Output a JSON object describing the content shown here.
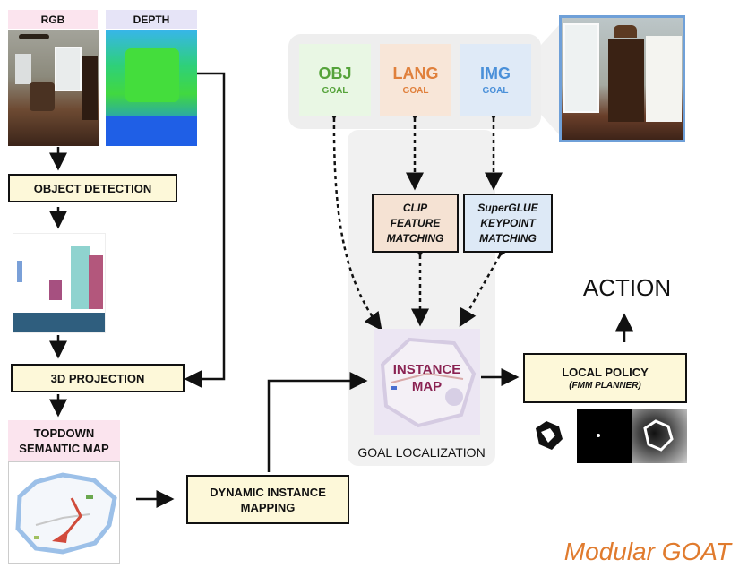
{
  "left_pipeline": {
    "rgb_label": "RGB",
    "depth_label": "DEPTH",
    "object_detection": "OBJECT DETECTION",
    "projection_3d": "3D PROJECTION",
    "topdown_line1": "TOPDOWN",
    "topdown_line2": "SEMANTIC MAP",
    "dynamic_line1": "DYNAMIC INSTANCE",
    "dynamic_line2": "MAPPING"
  },
  "goals": {
    "obj": {
      "title": "OBJ",
      "sub": "GOAL"
    },
    "lang": {
      "title": "LANG",
      "sub": "GOAL"
    },
    "img": {
      "title": "IMG",
      "sub": "GOAL"
    }
  },
  "matching": {
    "clip": [
      "CLIP",
      "FEATURE",
      "MATCHING"
    ],
    "superglue": [
      "SuperGLUE",
      "KEYPOINT",
      "MATCHING"
    ]
  },
  "instance_map": [
    "INSTANCE",
    "MAP"
  ],
  "goal_localization": "GOAL LOCALIZATION",
  "local_policy": {
    "title": "LOCAL POLICY",
    "sub": "(FMM PLANNER)"
  },
  "action": "ACTION",
  "brand": "Modular GOAT",
  "colors": {
    "obj": "#55a33a",
    "lang": "#e0803c",
    "img": "#4a90d9",
    "brand": "#e07b2e",
    "box_fill": "#fdf8d9",
    "clip_fill": "#f5e2d3",
    "superglue_fill": "#dde9f6",
    "instance_text": "#8a2252"
  }
}
